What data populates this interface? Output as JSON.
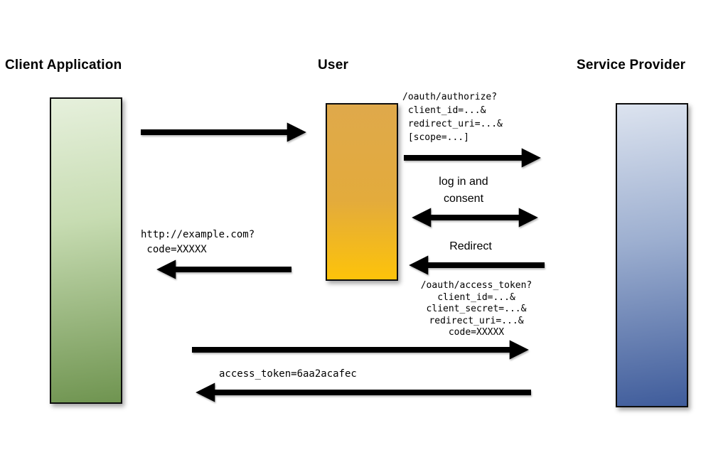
{
  "diagram": {
    "type": "oauth-authorization-flow",
    "actors": [
      {
        "id": "client",
        "label": "Client Application"
      },
      {
        "id": "user",
        "label": "User"
      },
      {
        "id": "service_provider",
        "label": "Service Provider"
      }
    ],
    "messages": {
      "authorize_request": "/oauth/authorize?\n client_id=...&\n redirect_uri=...&\n [scope=...]",
      "login_consent": "log in and\nconsent",
      "redirect_label": "Redirect",
      "callback_url": "http://example.com?\n code=XXXXX",
      "token_request": "/oauth/access_token?\nclient_id=...&\nclient_secret=...&\nredirect_uri=...&\ncode=XXXXX",
      "token_response": "access_token=6aa2acafec"
    },
    "arrows": [
      {
        "name": "client-to-user",
        "direction": "right"
      },
      {
        "name": "user-to-provider-authorize",
        "direction": "right"
      },
      {
        "name": "user-provider-login-consent",
        "direction": "both"
      },
      {
        "name": "provider-to-user-redirect",
        "direction": "left"
      },
      {
        "name": "user-to-client-callback",
        "direction": "left"
      },
      {
        "name": "client-to-provider-token-request",
        "direction": "right"
      },
      {
        "name": "provider-to-client-token-response",
        "direction": "left"
      }
    ],
    "colors": {
      "background": "#ffffff",
      "arrow": "#000000",
      "box_border": "#0d0d0d",
      "client_box_top": "#e6f0dc",
      "client_box_bottom": "#6f9450",
      "user_box_top": "#dfa94b",
      "user_box_bottom": "#fdc30a",
      "provider_box_top": "#dce3ef",
      "provider_box_bottom": "#3f5c9b",
      "text": "#000000"
    }
  }
}
